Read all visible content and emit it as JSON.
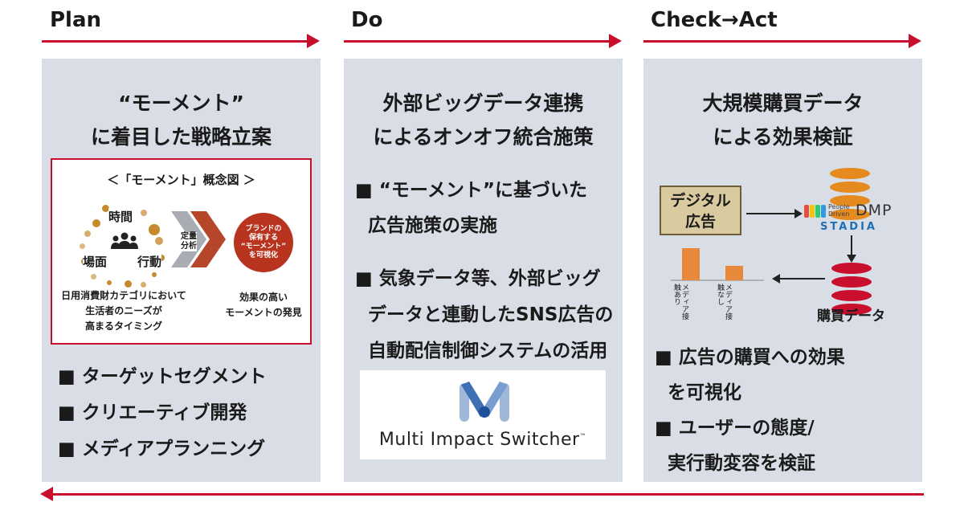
{
  "phases": {
    "plan": "Plan",
    "do": "Do",
    "check": "Check→Act"
  },
  "plan": {
    "title1": "“モーメント”",
    "title2": "に着目した戦略立案",
    "concept": {
      "heading": "＜「モーメント」概念図 ＞",
      "time": "時間",
      "place": "場面",
      "action": "行動",
      "analysis1": "定量",
      "analysis2": "分析",
      "circle1": "ブランドの",
      "circle2": "保有する",
      "circle3": "“モーメント”",
      "circle4": "を可視化",
      "left1": "日用消費財カテゴリにおいて",
      "left2": "生活者のニーズが",
      "left3": "高まるタイミング",
      "right1": "効果の高い",
      "right2": "モーメントの発見"
    },
    "bullets": [
      "■ ターゲットセグメント",
      "■ クリエーティブ開発",
      "■ メディアプランニング"
    ]
  },
  "do": {
    "title1": "外部ビッグデータ連携",
    "title2": "によるオンオフ統合施策",
    "b1a": "■ “モーメント”に基づいた",
    "b1b": "広告施策の実施",
    "b2a": "■ 気象データ等、外部ビッグ",
    "b2b": "データと連動したSNS広告の",
    "b2c": "自動配信制御システムの活用",
    "logo_text": "Multi Impact Switcher",
    "logo_tm": "™"
  },
  "check": {
    "title1": "大規模購買データ",
    "title2": "による効果検証",
    "digital1": "デジタル",
    "digital2": "広告",
    "dmp1": "People",
    "dmp2": "Driven",
    "dmp3": "DMP",
    "stadia": "STADIA",
    "purchase": "購買データ",
    "bar1_label": "メディア接触あり",
    "bar2_label": "メディア接触なし",
    "b1a": "■ 広告の購買への効果",
    "b1b": "を可視化",
    "b2a": "■ ユーザーの態度/",
    "b2b": "実行動変容を検証"
  },
  "chart_data": {
    "type": "bar",
    "categories": [
      "メディア接触あり",
      "メディア接触なし"
    ],
    "values": [
      100,
      45
    ]
  },
  "colors": {
    "accent": "#c8102e",
    "panel": "#d8dde6",
    "gold": "#c48a2c"
  }
}
